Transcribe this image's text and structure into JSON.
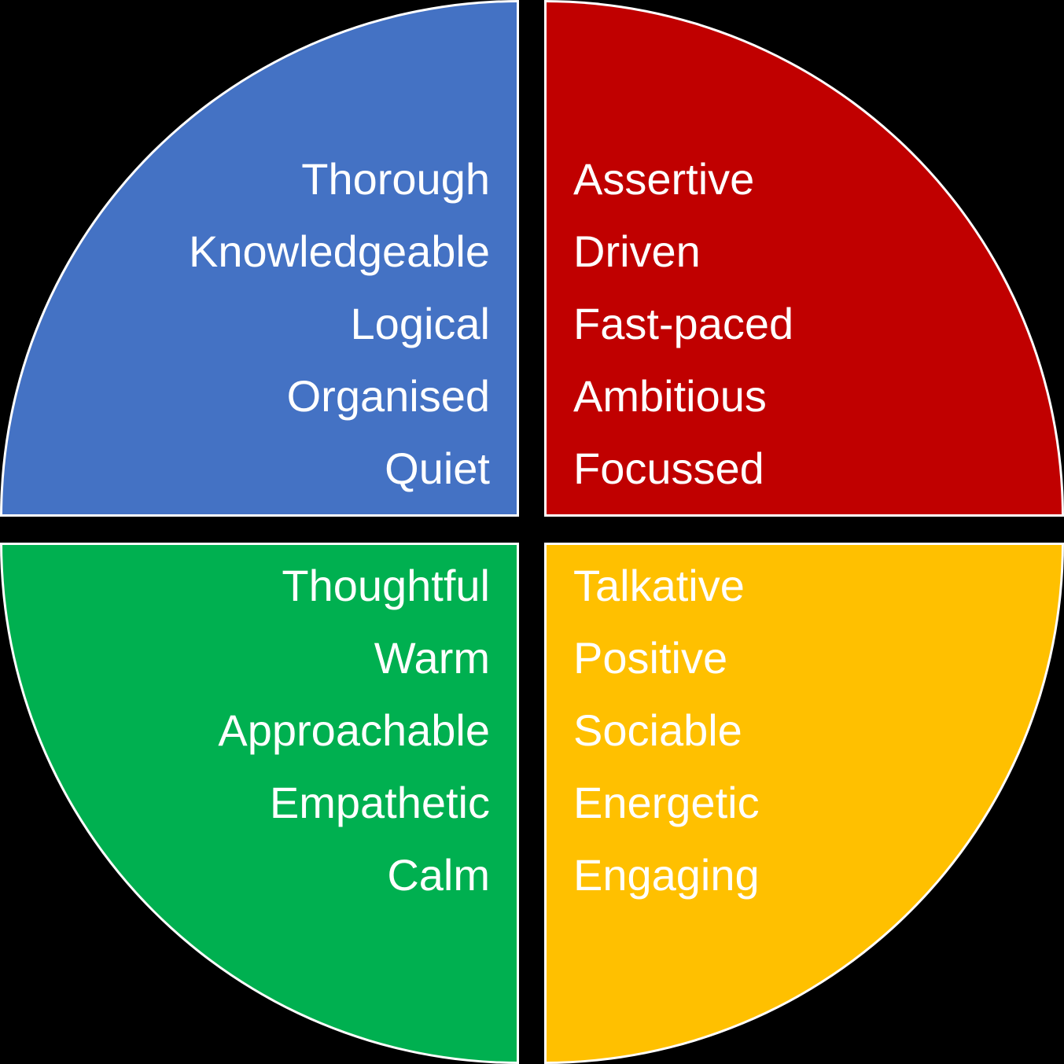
{
  "diagram": {
    "type": "four-quadrant personality wheel",
    "background_color": "#000000",
    "divider_color": "#000000",
    "stroke_color": "#ffffff",
    "text_color": "#ffffff"
  },
  "quadrants": [
    {
      "position": "top-left",
      "color": "#4472C4",
      "text_align": "right",
      "traits": [
        "Thorough",
        "Knowledgeable",
        "Logical",
        "Organised",
        "Quiet"
      ]
    },
    {
      "position": "top-right",
      "color": "#C00000",
      "text_align": "left",
      "traits": [
        "Assertive",
        "Driven",
        "Fast-paced",
        "Ambitious",
        "Focussed"
      ]
    },
    {
      "position": "bottom-left",
      "color": "#00B050",
      "text_align": "right",
      "traits": [
        "Thoughtful",
        "Warm",
        "Approachable",
        "Empathetic",
        "Calm"
      ]
    },
    {
      "position": "bottom-right",
      "color": "#FFC000",
      "text_align": "left",
      "traits": [
        "Talkative",
        "Positive",
        "Sociable",
        "Energetic",
        "Engaging"
      ]
    }
  ]
}
